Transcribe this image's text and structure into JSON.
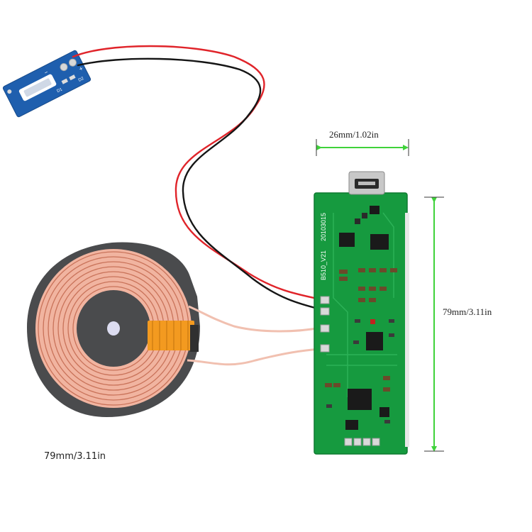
{
  "dimensions": {
    "board_width": "26mm/1.02in",
    "board_height": "79mm/3.11in",
    "coil_diameter": "79mm/3.11in"
  },
  "pcb": {
    "model": "B510_V21",
    "date_code": "20103015"
  },
  "led_board": {
    "minus": "−",
    "plus": "+",
    "d1": "D1",
    "d2": "D2"
  },
  "colors": {
    "pcb_green": "#169a3f",
    "arrow_green": "#3fd23a",
    "coil_copper": "#e9a48f",
    "ferrite": "#4a4b4d",
    "wire_red": "#e0242a",
    "wire_black": "#151515",
    "led_board_blue": "#1f5fae"
  }
}
